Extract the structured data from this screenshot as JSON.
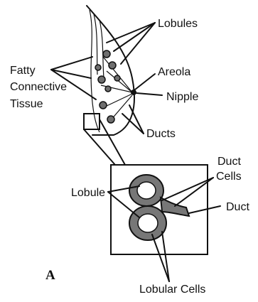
{
  "diagram": {
    "panel_label": "A",
    "labels": {
      "lobules": "Lobules",
      "fatty_line1": "Fatty",
      "fatty_line2": "Connective",
      "fatty_line3": "Tissue",
      "areola": "Areola",
      "nipple": "Nipple",
      "ducts": "Ducts",
      "duct_cells_line1": "Duct",
      "duct_cells_line2": "Cells",
      "lobule": "Lobule",
      "duct": "Duct",
      "lobular_cells": "Lobular Cells"
    }
  }
}
